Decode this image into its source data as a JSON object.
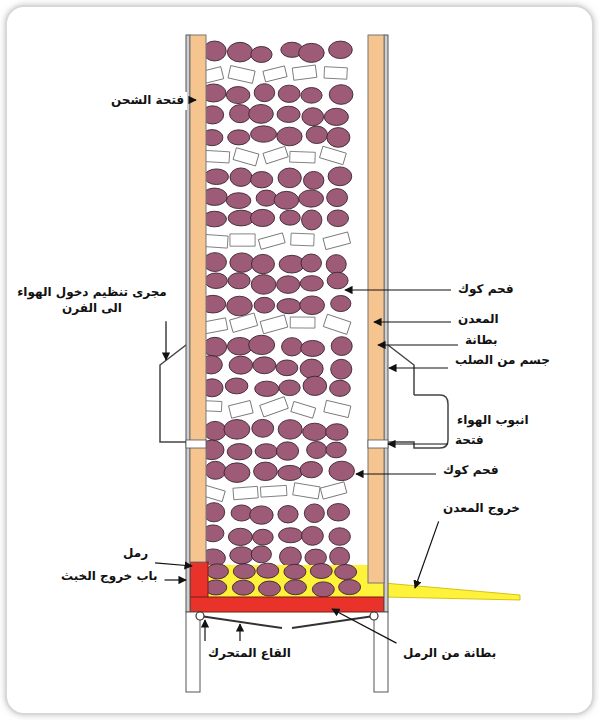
{
  "diagram": {
    "labels": [
      "فتحة الشحن",
      "فحم كوك",
      "المعدن",
      "بطانة",
      "جسم من الصلب",
      "انبوب الهواء",
      "فتحة",
      "فحم كوك",
      "خروج المعدن",
      "رمل",
      "باب خروج الخبث",
      "القاع المتحرك",
      "بطانة من الرمل",
      "مجرى تنظيم دخول الهواء الى الفرن"
    ]
  }
}
